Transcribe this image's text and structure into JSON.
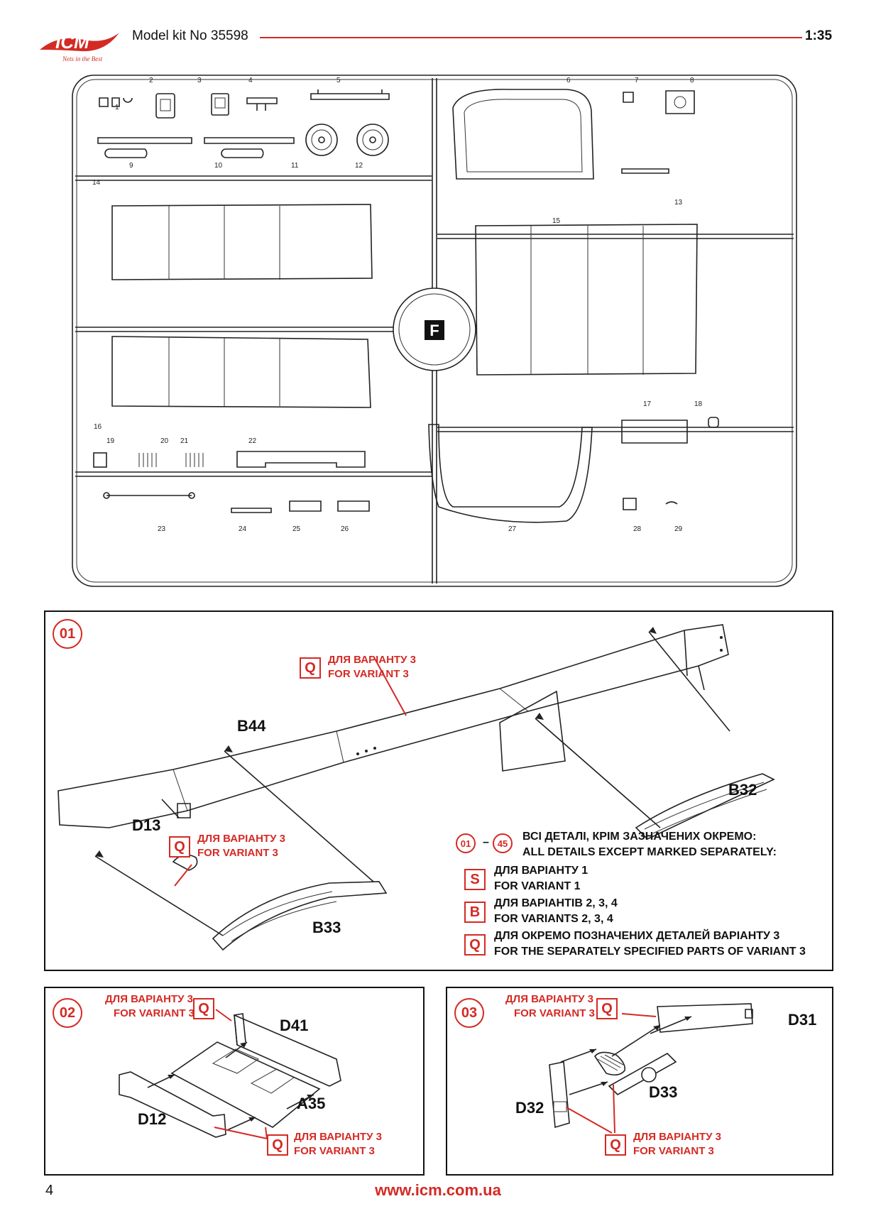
{
  "header": {
    "brand": "ICM",
    "tagline": "Nets in the Best",
    "kit_title": "Model kit No 35598",
    "scale": "1:35"
  },
  "sprue": {
    "letter": "F",
    "part_numbers": [
      "1",
      "2",
      "3",
      "4",
      "5",
      "6",
      "7",
      "8",
      "9",
      "10",
      "11",
      "12",
      "13",
      "14",
      "15",
      "16",
      "17",
      "18",
      "19",
      "20",
      "21",
      "22",
      "23",
      "24",
      "25",
      "26",
      "27",
      "28",
      "29"
    ]
  },
  "step1": {
    "number": "01",
    "notes": {
      "top": {
        "ua": "ДЛЯ ВАРІАНТУ 3",
        "en": "FOR VARIANT 3",
        "badge": "Q"
      },
      "d13": {
        "ua": "ДЛЯ ВАРІАНТУ 3",
        "en": "FOR VARIANT 3",
        "badge": "Q"
      }
    },
    "parts": {
      "frame": "B44",
      "spring_rear": "B32",
      "spring_front": "B33",
      "bracket": "D13"
    },
    "legend": {
      "range_start": "01",
      "range_dash": "–",
      "range_end": "45",
      "all_ua": "ВСІ ДЕТАЛІ, КРІМ ЗАЗНАЧЕНИХ ОКРЕМО:",
      "all_en": "ALL DETAILS EXCEPT MARKED SEPARATELY:",
      "items": [
        {
          "badge": "S",
          "ua": "ДЛЯ ВАРІАНТУ 1",
          "en": "FOR VARIANT 1"
        },
        {
          "badge": "B",
          "ua": "ДЛЯ ВАРІАНТІВ 2, 3, 4",
          "en": "FOR VARIANTS 2, 3, 4"
        },
        {
          "badge": "Q",
          "ua": "ДЛЯ ОКРЕМО ПОЗНАЧЕНИХ ДЕТАЛЕЙ ВАРІАНТУ 3",
          "en": "FOR THE SEPARATELY SPECIFIED PARTS OF VARIANT 3"
        }
      ]
    }
  },
  "step2": {
    "number": "02",
    "notes": {
      "top": {
        "ua": "ДЛЯ ВАРІАНТУ 3",
        "en": "FOR VARIANT 3",
        "badge": "Q"
      },
      "bottom": {
        "ua": "ДЛЯ ВАРІАНТУ 3",
        "en": "FOR VARIANT 3",
        "badge": "Q"
      }
    },
    "parts": {
      "crossmember": "D41",
      "plate": "A35",
      "lower": "D12"
    }
  },
  "step3": {
    "number": "03",
    "notes": {
      "top": {
        "ua": "ДЛЯ ВАРІАНТУ 3",
        "en": "FOR VARIANT 3",
        "badge": "Q"
      },
      "bottom": {
        "ua": "ДЛЯ ВАРІАНТУ 3",
        "en": "FOR VARIANT 3",
        "badge": "Q"
      }
    },
    "parts": {
      "arm": "D31",
      "bracket": "D32",
      "shock": "D33"
    }
  },
  "footer": {
    "page_number": "4",
    "website": "www.icm.com.ua"
  },
  "colors": {
    "accent": "#d42a24",
    "ink": "#111111"
  }
}
